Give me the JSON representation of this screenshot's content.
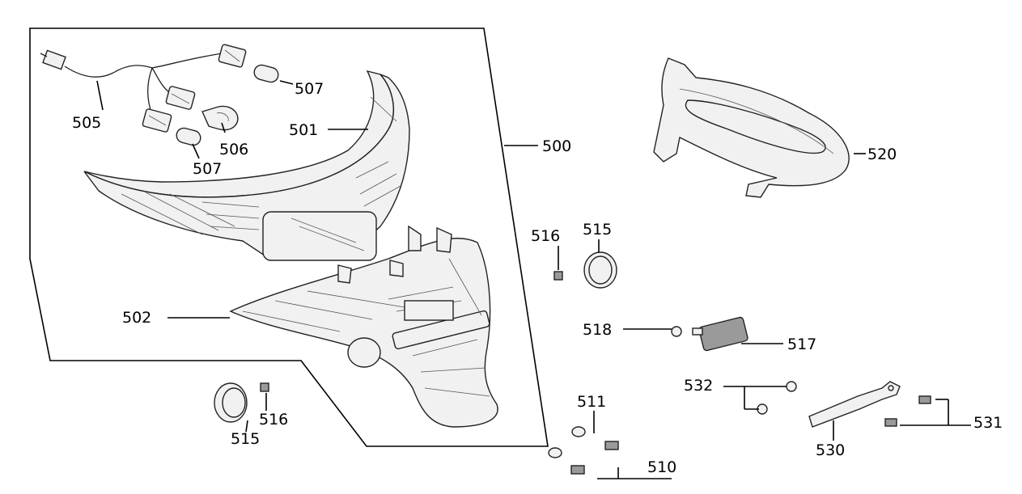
{
  "labels": {
    "p500": "500",
    "p501": "501",
    "p502": "502",
    "p505": "505",
    "p506": "506",
    "p507a": "507",
    "p507b": "507",
    "p510": "510",
    "p511": "511",
    "p515a": "515",
    "p515b": "515",
    "p516a": "516",
    "p516b": "516",
    "p517": "517",
    "p518": "518",
    "p520": "520",
    "p530": "530",
    "p531": "531",
    "p532": "532"
  }
}
